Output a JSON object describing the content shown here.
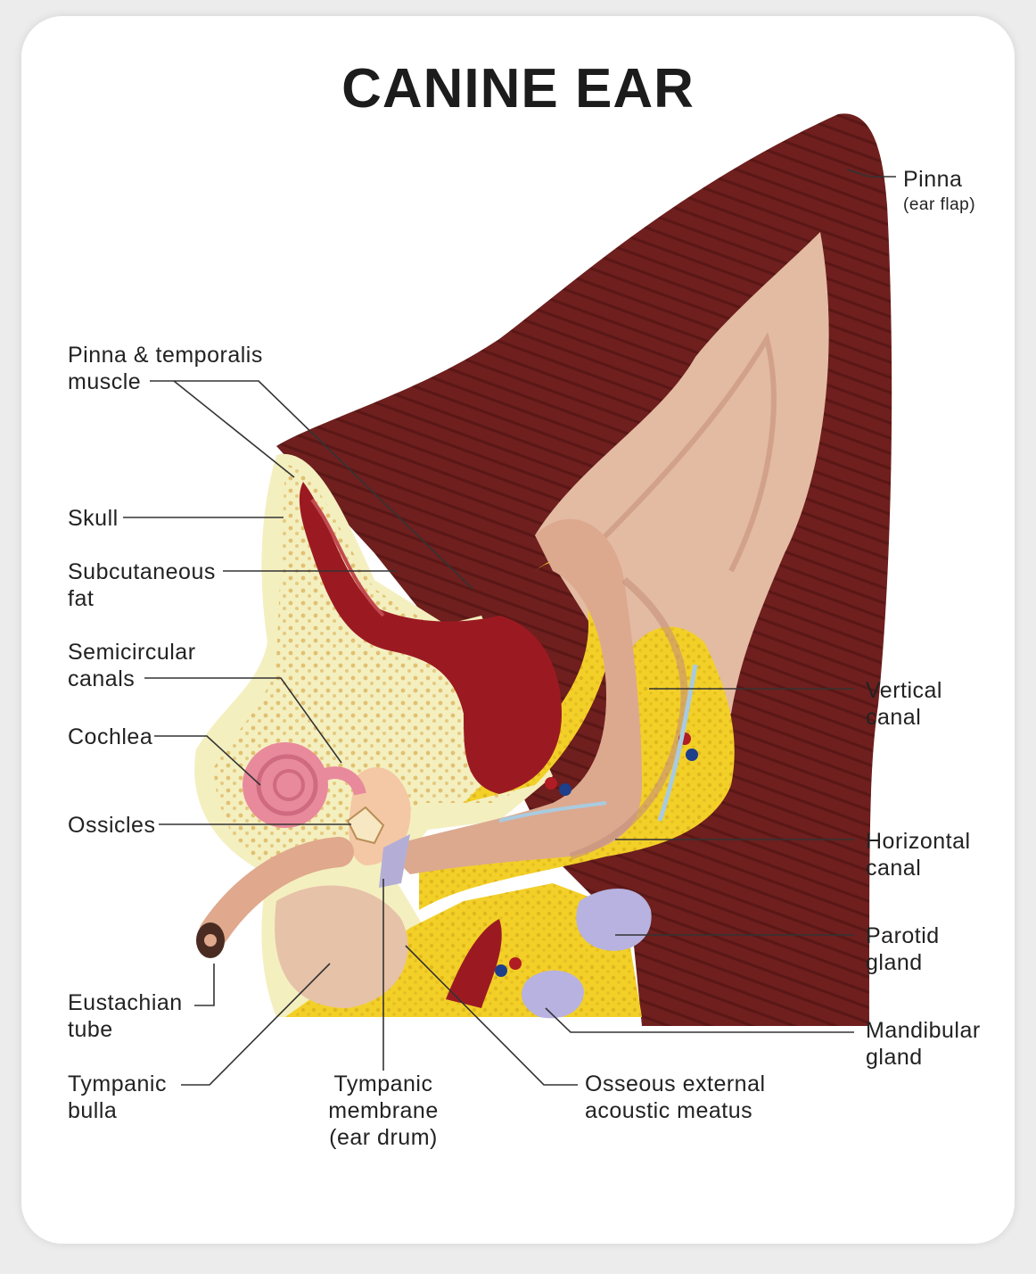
{
  "title": "CANINE EAR",
  "labels": {
    "pinna": {
      "line1": "Pinna",
      "line2": "(ear flap)"
    },
    "pinna_temporalis": {
      "line1": "Pinna & temporalis",
      "line2": "muscle"
    },
    "skull": {
      "line1": "Skull"
    },
    "subcutaneous_fat": {
      "line1": "Subcutaneous",
      "line2": "fat"
    },
    "semicircular_canals": {
      "line1": "Semicircular",
      "line2": "canals"
    },
    "cochlea": {
      "line1": "Cochlea"
    },
    "ossicles": {
      "line1": "Ossicles"
    },
    "eustachian_tube": {
      "line1": "Eustachian",
      "line2": "tube"
    },
    "tympanic_bulla": {
      "line1": "Tympanic",
      "line2": "bulla"
    },
    "tympanic_membrane": {
      "line1": "Tympanic",
      "line2": "membrane",
      "line3": "(ear drum)"
    },
    "osseous_meatus": {
      "line1": "Osseous external",
      "line2": "acoustic meatus"
    },
    "vertical_canal": {
      "line1": "Vertical",
      "line2": "canal"
    },
    "horizontal_canal": {
      "line1": "Horizontal",
      "line2": "canal"
    },
    "parotid_gland": {
      "line1": "Parotid",
      "line2": "gland"
    },
    "mandibular_gland": {
      "line1": "Mandibular",
      "line2": "gland"
    }
  }
}
